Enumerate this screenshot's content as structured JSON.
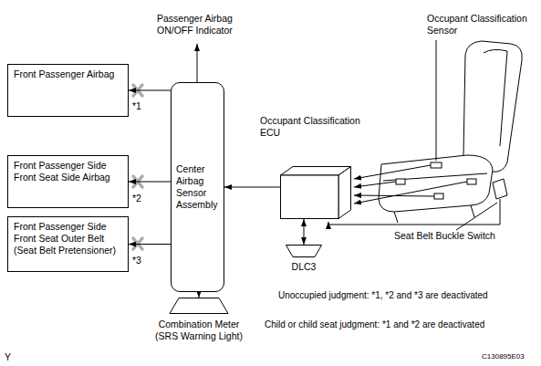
{
  "diagram": {
    "nodes": [
      {
        "text": [
          "Front Passenger Airbag"
        ]
      },
      {
        "text": [
          "Front Passenger Side Front Seat Side Airbag"
        ]
      },
      {
        "text": [
          "Front Passenger Side Front Seat Outer Belt (Seat Belt Pretensioner)"
        ]
      },
      {
        "text": [
          "Center Airbag Sensor Assembly"
        ]
      },
      {
        "text": [
          "Occupant Classification ECU"
        ]
      },
      {
        "text": [
          "DLC3"
        ]
      },
      {
        "text": [
          "Combination Meter (SRS Warning Light)"
        ]
      }
    ],
    "edges": [
      {
        "from": 3,
        "to": 0,
        "arrow": "to"
      },
      {
        "from": 3,
        "to": 1,
        "arrow": "to"
      },
      {
        "from": 3,
        "to": 2,
        "arrow": "to"
      },
      {
        "from": 4,
        "to": 3,
        "arrow": "to"
      },
      {
        "from": 4,
        "to": 5,
        "arrow": "both"
      },
      {
        "from": 3,
        "to": 6,
        "arrow": "to"
      }
    ],
    "labels": [
      "Passenger Airbag ON/OFF Indicator",
      "Occupant Classification Sensor",
      "*1",
      "*2",
      "*3",
      "Seat Belt Buckle Switch",
      "Unoccupied judgment: *1, *2 and *3 are deactivated",
      "Child or child seat judgment: *1 and *2 are deactivated",
      "Y",
      "C130895E03"
    ]
  }
}
